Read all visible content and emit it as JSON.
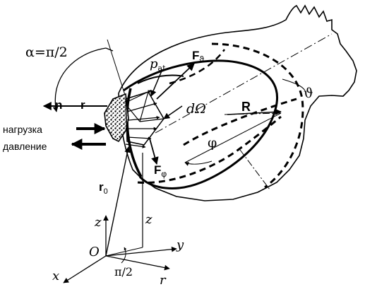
{
  "labels": {
    "alpha": "α=π/2",
    "p_at": "p",
    "p_at_sub": "at",
    "F_theta": "F",
    "F_theta_sub": "ϑ",
    "theta": "ϑ",
    "n": "n",
    "r_vec": "r",
    "d_omega": "dΩ",
    "R": "R",
    "load": "нагрузка",
    "pressure": "давление",
    "phi": "φ",
    "F_phi": "F",
    "F_phi_sub": "φ",
    "r0": "r",
    "r0_sub": "0",
    "z_axis": "z",
    "z_height": "z",
    "y_axis": "y",
    "origin": "O",
    "x_axis": "x",
    "pi_half": "π/2",
    "r_axis": "r"
  }
}
